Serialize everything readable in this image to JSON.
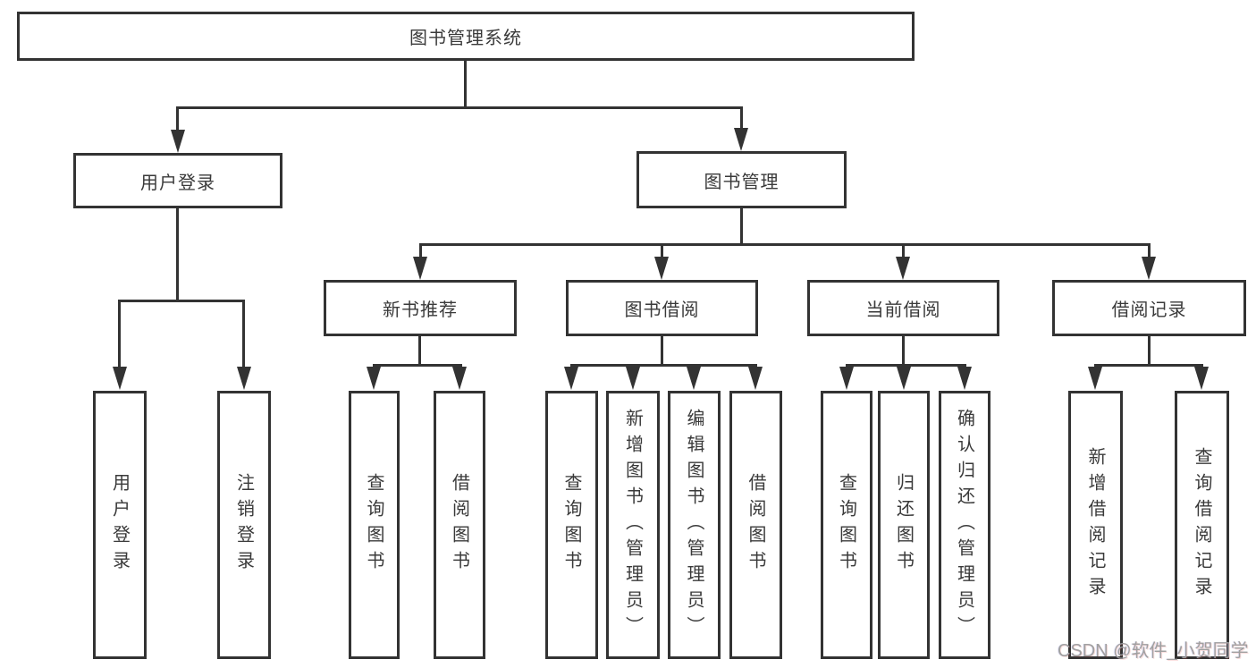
{
  "colors": {
    "line": "#333333",
    "text": "#3a3a3a",
    "background": "#ffffff",
    "watermark": "#a0a0a0"
  },
  "watermark": {
    "text": "CSDN @软件_小贺同学"
  },
  "nodes": {
    "root": {
      "label": "图书管理系统"
    },
    "user_login": {
      "label": "用户登录"
    },
    "book_mgmt": {
      "label": "图书管理"
    },
    "new_book_rec": {
      "label": "新书推荐"
    },
    "book_borrow": {
      "label": "图书借阅"
    },
    "current_borrow": {
      "label": "当前借阅"
    },
    "borrow_records": {
      "label": "借阅记录"
    },
    "leaves": {
      "user_login_1": "用户登录",
      "user_login_2": "注销登录",
      "new_book_1": "查询图书",
      "new_book_2": "借阅图书",
      "book_borrow_1": "查询图书",
      "book_borrow_2": "新增图书（管理员）",
      "book_borrow_3": "编辑图书（管理员）",
      "book_borrow_4": "借阅图书",
      "current_1": "查询图书",
      "current_2": "归还图书",
      "current_3": "确认归还（管理员）",
      "records_1": "新增借阅记录",
      "records_2": "查询借阅记录"
    }
  }
}
